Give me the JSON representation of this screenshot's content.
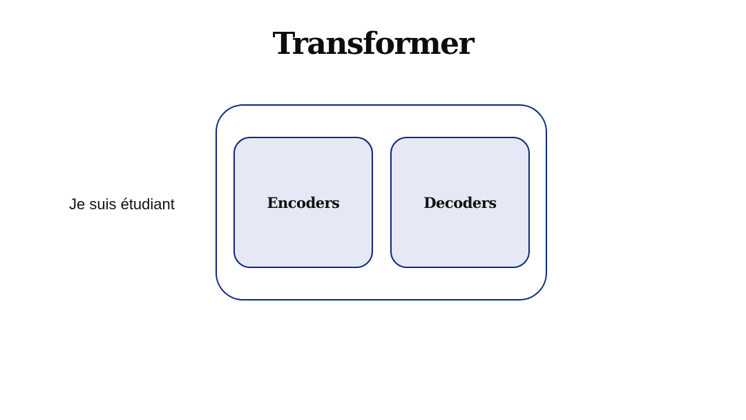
{
  "title": "Transformer",
  "input_sentence": "Je suis étudiant",
  "blocks": {
    "encoders": "Encoders",
    "decoders": "Decoders"
  },
  "colors": {
    "outline": "#0b2a7a",
    "block_fill": "#e6e9f5",
    "text": "#111111",
    "background": "#ffffff"
  }
}
